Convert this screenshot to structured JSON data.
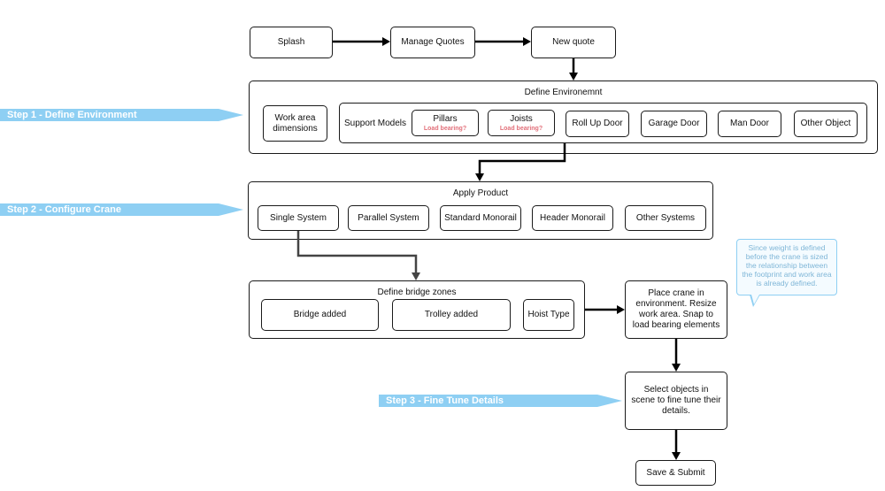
{
  "nodes": {
    "splash": "Splash",
    "manage_quotes": "Manage Quotes",
    "new_quote": "New quote",
    "env_title": "Define Environemnt",
    "work_area": "Work area dimensions",
    "support_models": "Support Models",
    "pillars": "Pillars",
    "joists": "Joists",
    "load_bearing": "Load bearing?",
    "roll_up_door": "Roll Up Door",
    "garage_door": "Garage Door",
    "man_door": "Man Door",
    "other_object": "Other Object",
    "apply_title": "Apply Product",
    "single_system": "Single System",
    "parallel_system": "Parallel System",
    "standard_monorail": "Standard Monorail",
    "header_monorail": "Header Monorail",
    "other_systems": "Other Systems",
    "bridge_title": "Define bridge zones",
    "bridge_added": "Bridge added",
    "trolley_added": "Trolley added",
    "hoist_type": "Hoist Type",
    "place_crane": "Place crane in environment. Resize work area. Snap to load bearing elements",
    "select_objects": "Select objects in scene to fine tune their details.",
    "save_submit": "Save & Submit"
  },
  "steps": {
    "step1": "Step 1 - Define Environment",
    "step2": "Step 2 - Configure Crane",
    "step3": "Step 3 - Fine Tune Details"
  },
  "note": "Since weight is defined before the crane is sized the relationship between the footprint and work area is already defined.",
  "colors": {
    "banner": "#8ecff3",
    "load_bearing": "#e2707a",
    "note_text": "#7fb6d7"
  }
}
